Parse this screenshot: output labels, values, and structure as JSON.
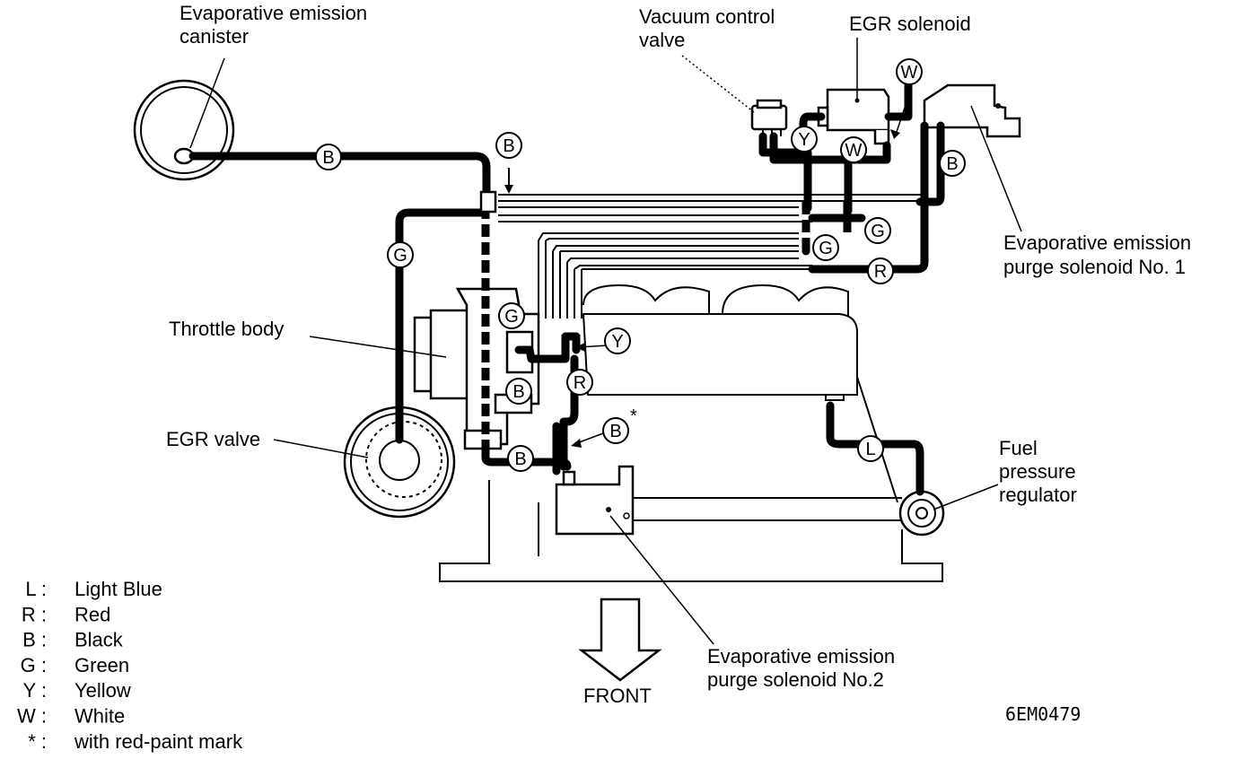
{
  "labels": {
    "canister": [
      "Evaporative emission",
      "canister"
    ],
    "vacuum_valve": [
      "Vacuum control",
      "valve"
    ],
    "egr_solenoid": "EGR solenoid",
    "purge1": [
      "Evaporative  emission",
      "purge solenoid No. 1"
    ],
    "throttle": "Throttle body",
    "egr_valve": "EGR valve",
    "fuel_reg": [
      "Fuel",
      "pressure",
      "regulator"
    ],
    "purge2": [
      "Evaporative  emission",
      "purge solenoid No.2"
    ],
    "front": "FRONT",
    "code": "6EM0479"
  },
  "tags": {
    "b": "B",
    "g": "G",
    "y": "Y",
    "w": "W",
    "r": "R",
    "l": "L",
    "star": "*"
  },
  "legend": [
    {
      "key": "L :",
      "value": "Light  Blue"
    },
    {
      "key": "R :",
      "value": "Red"
    },
    {
      "key": "B :",
      "value": "Black"
    },
    {
      "key": "G :",
      "value": "Green"
    },
    {
      "key": "Y :",
      "value": "Yellow"
    },
    {
      "key": "W :",
      "value": "White"
    },
    {
      "key": "* :",
      "value": "with  red-paint  mark"
    }
  ]
}
